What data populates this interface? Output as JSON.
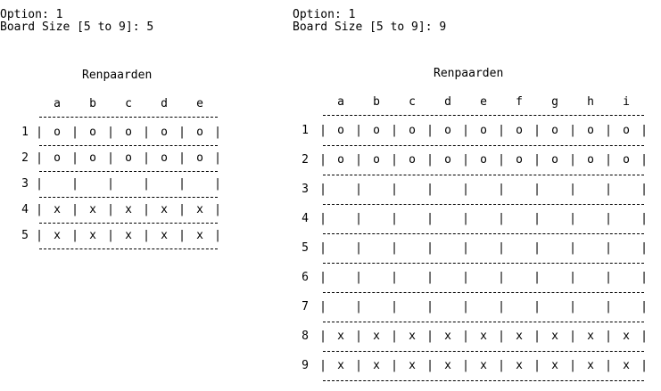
{
  "left": {
    "option_line": "Option: 1",
    "board_line": "Board Size [5 to 9]: 5",
    "title": "Renpaarden",
    "columns": [
      "a",
      "b",
      "c",
      "d",
      "e"
    ],
    "rows": [
      {
        "label": "1",
        "cells": [
          "o",
          "o",
          "o",
          "o",
          "o"
        ]
      },
      {
        "label": "2",
        "cells": [
          "o",
          "o",
          "o",
          "o",
          "o"
        ]
      },
      {
        "label": "3",
        "cells": [
          "",
          "",
          "",
          "",
          ""
        ]
      },
      {
        "label": "4",
        "cells": [
          "x",
          "x",
          "x",
          "x",
          "x"
        ]
      },
      {
        "label": "5",
        "cells": [
          "x",
          "x",
          "x",
          "x",
          "x"
        ]
      }
    ]
  },
  "right": {
    "option_line": "Option: 1",
    "board_line": "Board Size [5 to 9]: 9",
    "title": "Renpaarden",
    "columns": [
      "a",
      "b",
      "c",
      "d",
      "e",
      "f",
      "g",
      "h",
      "i"
    ],
    "rows": [
      {
        "label": "1",
        "cells": [
          "o",
          "o",
          "o",
          "o",
          "o",
          "o",
          "o",
          "o",
          "o"
        ]
      },
      {
        "label": "2",
        "cells": [
          "o",
          "o",
          "o",
          "o",
          "o",
          "o",
          "o",
          "o",
          "o"
        ]
      },
      {
        "label": "3",
        "cells": [
          "",
          "",
          "",
          "",
          "",
          "",
          "",
          "",
          ""
        ]
      },
      {
        "label": "4",
        "cells": [
          "",
          "",
          "",
          "",
          "",
          "",
          "",
          "",
          ""
        ]
      },
      {
        "label": "5",
        "cells": [
          "",
          "",
          "",
          "",
          "",
          "",
          "",
          "",
          ""
        ]
      },
      {
        "label": "6",
        "cells": [
          "",
          "",
          "",
          "",
          "",
          "",
          "",
          "",
          ""
        ]
      },
      {
        "label": "7",
        "cells": [
          "",
          "",
          "",
          "",
          "",
          "",
          "",
          "",
          ""
        ]
      },
      {
        "label": "8",
        "cells": [
          "x",
          "x",
          "x",
          "x",
          "x",
          "x",
          "x",
          "x",
          "x"
        ]
      },
      {
        "label": "9",
        "cells": [
          "x",
          "x",
          "x",
          "x",
          "x",
          "x",
          "x",
          "x",
          "x"
        ]
      }
    ]
  }
}
